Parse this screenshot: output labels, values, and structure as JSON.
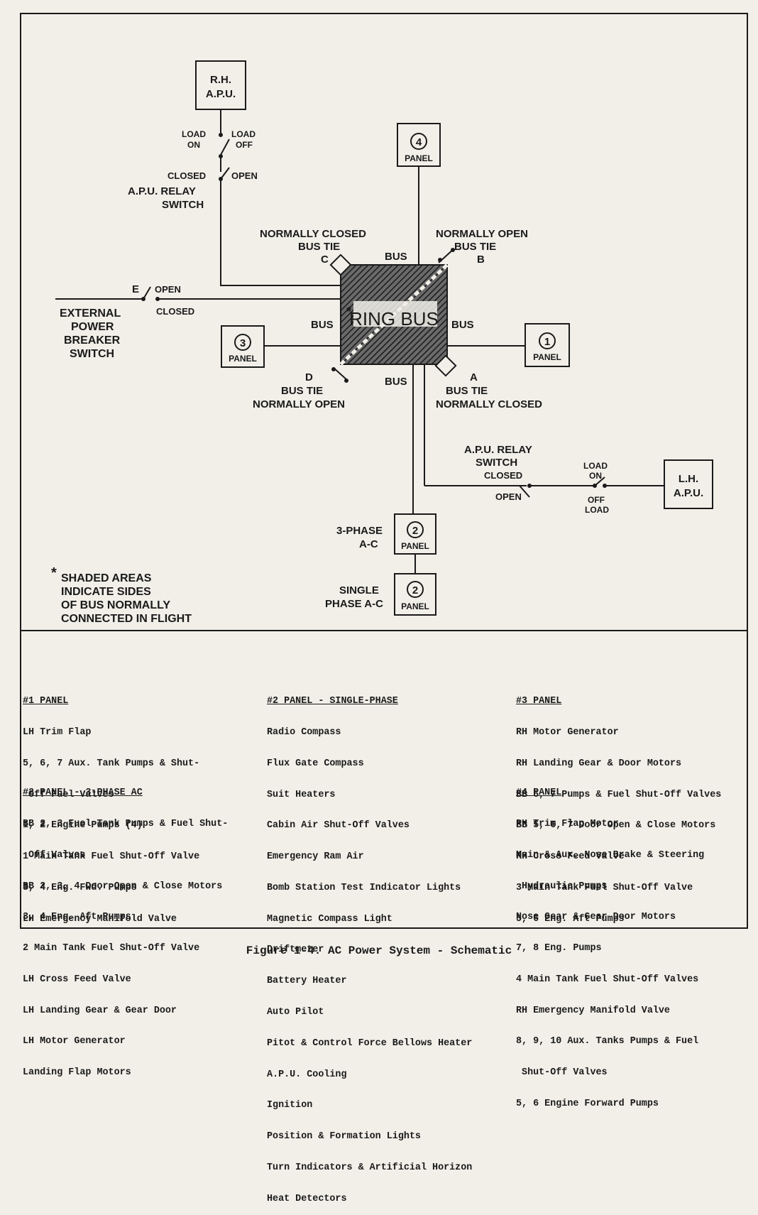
{
  "diagram": {
    "rh_apu": [
      "R.H.",
      "A.P.U."
    ],
    "load_on": [
      "LOAD",
      "ON"
    ],
    "load_off": [
      "LOAD",
      "OFF"
    ],
    "closed": "CLOSED",
    "open": "OPEN",
    "apu_relay_switch": [
      "A.P.U. RELAY",
      "SWITCH"
    ],
    "panel_4_num": "4",
    "panel_3_num": "3",
    "panel_1_num": "1",
    "panel_2_num": "2",
    "panel_word": "PANEL",
    "bus_tie_c": [
      "NORMALLY CLOSED",
      "BUS TIE",
      "C"
    ],
    "bus_tie_b": [
      "NORMALLY OPEN",
      "BUS TIE",
      "B"
    ],
    "bus_tie_d": [
      "D",
      "BUS TIE",
      "NORMALLY OPEN"
    ],
    "bus_tie_a": [
      "A",
      "BUS TIE",
      "NORMALLY CLOSED"
    ],
    "bus": "BUS",
    "ring_bus": "RING BUS",
    "asterisk": "*",
    "external_e": "E",
    "ext_open": "OPEN",
    "ext_closed": "CLOSED",
    "external_power": [
      "EXTERNAL",
      "POWER",
      "BREAKER",
      "SWITCH"
    ],
    "lh_apu": [
      "L.H.",
      "A.P.U."
    ],
    "lh_relay_switch": [
      "A.P.U. RELAY",
      "SWITCH"
    ],
    "lh_closed": "CLOSED",
    "lh_open": "OPEN",
    "lh_load_on": [
      "LOAD",
      "ON"
    ],
    "lh_off_load": [
      "OFF",
      "LOAD"
    ],
    "three_phase": [
      "3-PHASE",
      "A-C"
    ],
    "single_phase": [
      "SINGLE",
      "PHASE A-C"
    ],
    "shaded_note": [
      "SHADED AREAS",
      "INDICATE  SIDES",
      "OF BUS NORMALLY",
      "CONNECTED IN FLIGHT"
    ]
  },
  "panels": {
    "p1": {
      "heading": "#1 PANEL",
      "items": [
        "LH Trim Flap",
        "5, 6, 7 Aux. Tank Pumps & Shut-",
        " Off Fuel Valves",
        "1, 2 Engine Pumps (4)",
        "1 Main Tank Fuel Shut-Off Valve",
        "3, 4 Eng. Fwd. Pumps",
        "LH Emergency Manifold Valve"
      ]
    },
    "p2ac": {
      "heading": "#2 PANEL - 3-PHASE AC",
      "items": [
        "BB 2, 3 Fuel Tank Pumps & Fuel Shut-",
        " Off Valves",
        "BB 2, 3, 4 Door Open & Close Motors",
        "3, 4 Eng. Aft Pumps",
        "2 Main Tank Fuel Shut-Off Valve",
        "LH Cross Feed Valve",
        "LH Landing Gear & Gear Door",
        "LH Motor Generator",
        "Landing Flap Motors"
      ]
    },
    "p2sp": {
      "heading": "#2 PANEL - SINGLE-PHASE",
      "items": [
        "Radio Compass",
        "Flux Gate Compass",
        "Suit Heaters",
        "Cabin Air Shut-Off Valves",
        "Emergency Ram Air",
        "Bomb Station Test Indicator Lights",
        "Magnetic Compass Light",
        "Driftmeter",
        "Battery Heater",
        "Auto Pilot",
        "Pitot & Control Force Bellows Heater",
        "A.P.U. Cooling",
        "Ignition",
        "Position & Formation Lights",
        "Turn Indicators & Artificial Horizon",
        "Heat Detectors"
      ]
    },
    "p3": {
      "heading": "#3 PANEL",
      "items": [
        "RH Motor Generator",
        "RH Landing Gear & Door Motors",
        "BB 6, 7 Pumps & Fuel Shut-Off Valves",
        "BB 5, 6, 7 Door Open & Close Motors",
        "RH Cross Feed Valve",
        "3 Main Tank Fuel Shut-Off Valve",
        "5, 6 Eng. Aft Pumps"
      ]
    },
    "p4": {
      "heading": "#4 PANEL",
      "items": [
        "RH Trim Flap Motor",
        "Main & Aux. Nose Brake & Steering",
        " Hydraulic Pumps",
        "Nose Gear & Gear Door Motors",
        "7, 8 Eng. Pumps",
        "4 Main Tank Fuel Shut-Off Valves",
        "RH Emergency Manifold Valve",
        "8, 9, 10 Aux. Tanks Pumps & Fuel",
        " Shut-Off Valves",
        "5, 6 Engine Forward Pumps"
      ]
    }
  },
  "caption": "Figure 1-4.  AC Power System - Schematic"
}
